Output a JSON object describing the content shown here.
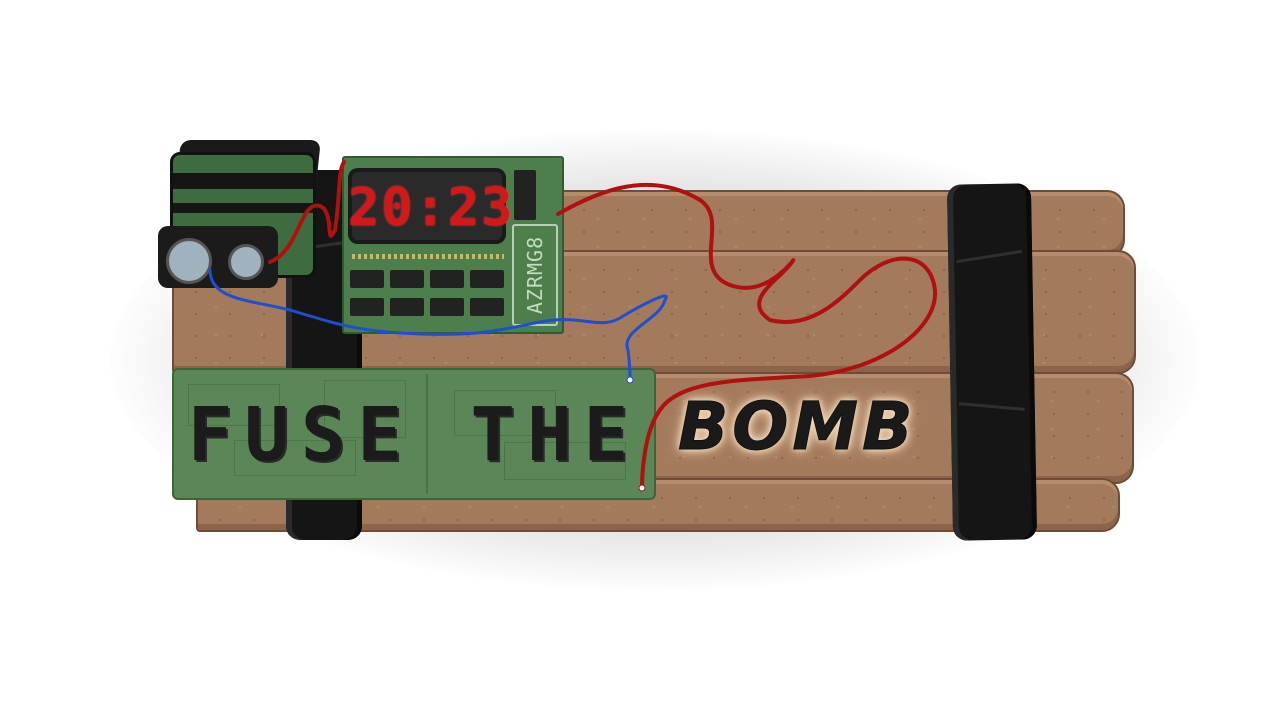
{
  "game": {
    "title_board_text": "FUSE THE",
    "painted_word": "BOMB",
    "timer_display": "20:23",
    "chip_label": "AZRMG8"
  },
  "colors": {
    "background": "#ffffff",
    "dynamite": "#a47a5c",
    "tape": "#151515",
    "circuit_board": "#5b8657",
    "led_red": "#d21818",
    "wire_red": "#b01010",
    "wire_blue": "#1f4fd0"
  },
  "icons": {
    "battery": "battery-9v-icon",
    "timer": "countdown-timer-icon",
    "dynamite": "dynamite-bundle-icon"
  }
}
